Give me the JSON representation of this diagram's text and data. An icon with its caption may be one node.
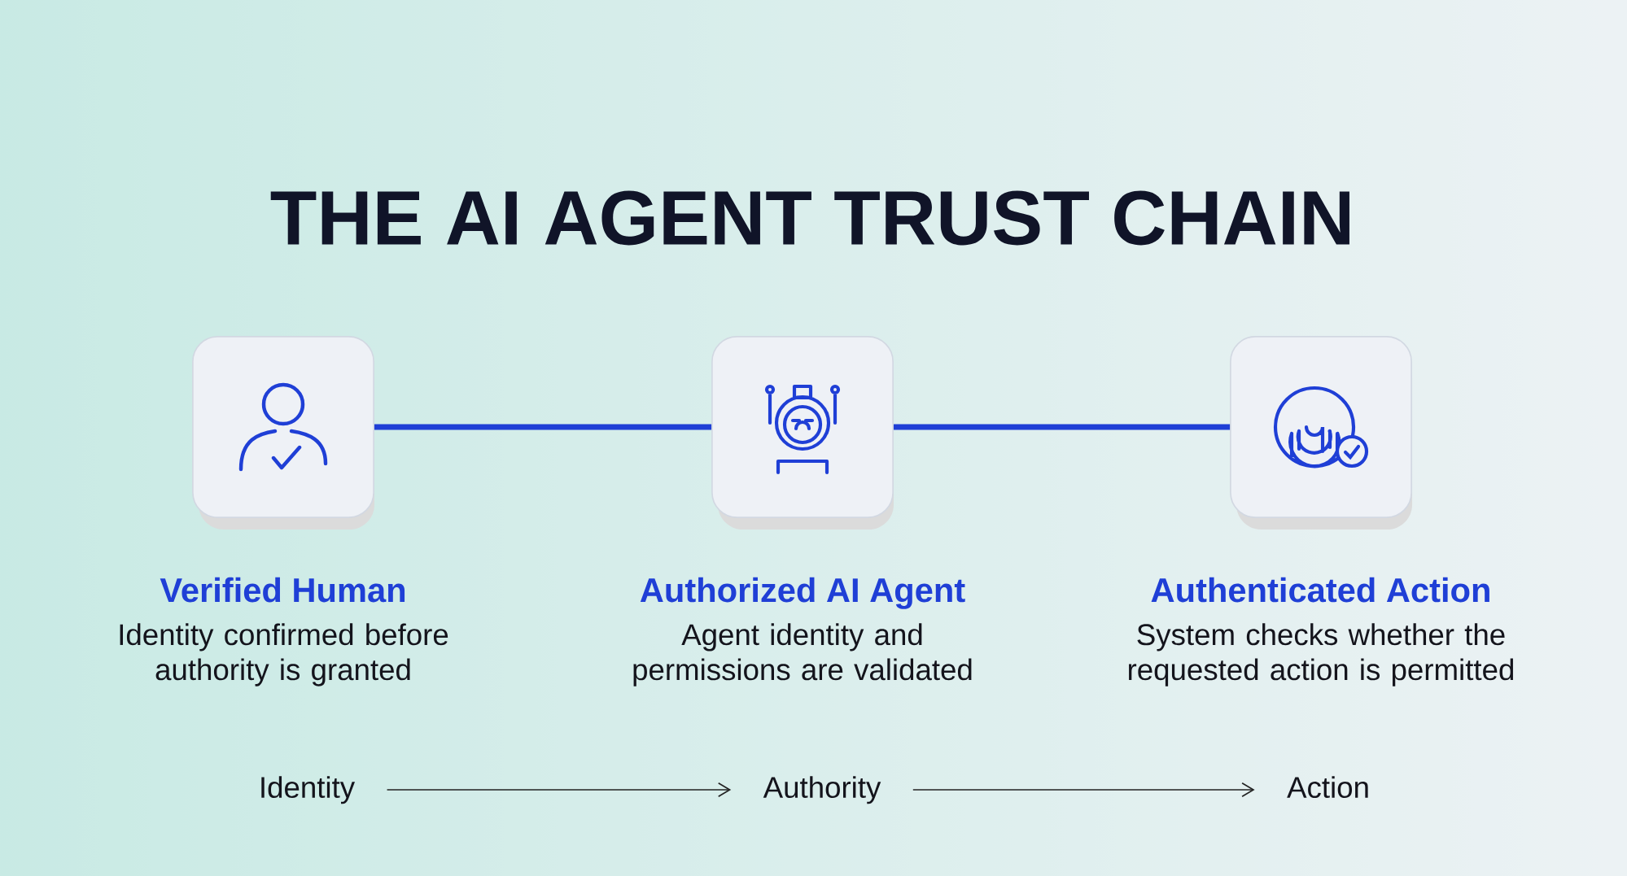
{
  "diagram": {
    "title": "THE AI AGENT TRUST CHAIN",
    "nodes": [
      {
        "text": [],
        "shape": "box",
        "beside": [
          "Verified Human",
          "Identity confirmed before authority is granted"
        ]
      },
      {
        "text": [],
        "shape": "box",
        "beside": [
          "Authorized AI Agent",
          "Agent identity and permissions are validated"
        ]
      },
      {
        "text": [],
        "shape": "box",
        "beside": [
          "Authenticated Action",
          "System checks whether the requested action is permitted"
        ]
      },
      {
        "text": [
          "Identity"
        ]
      },
      {
        "text": [
          "Authority"
        ]
      },
      {
        "text": [
          "Action"
        ]
      }
    ],
    "edges": [
      {
        "from": 0,
        "to": 1,
        "arrow": "none",
        "style": "thick",
        "color": "#1f3fd6"
      },
      {
        "from": 1,
        "to": 2,
        "arrow": "none",
        "style": "thick",
        "color": "#1f3fd6"
      },
      {
        "from": 3,
        "to": 4,
        "arrow": "to",
        "color": "#222222"
      },
      {
        "from": 4,
        "to": 5,
        "arrow": "to",
        "color": "#222222"
      }
    ]
  }
}
